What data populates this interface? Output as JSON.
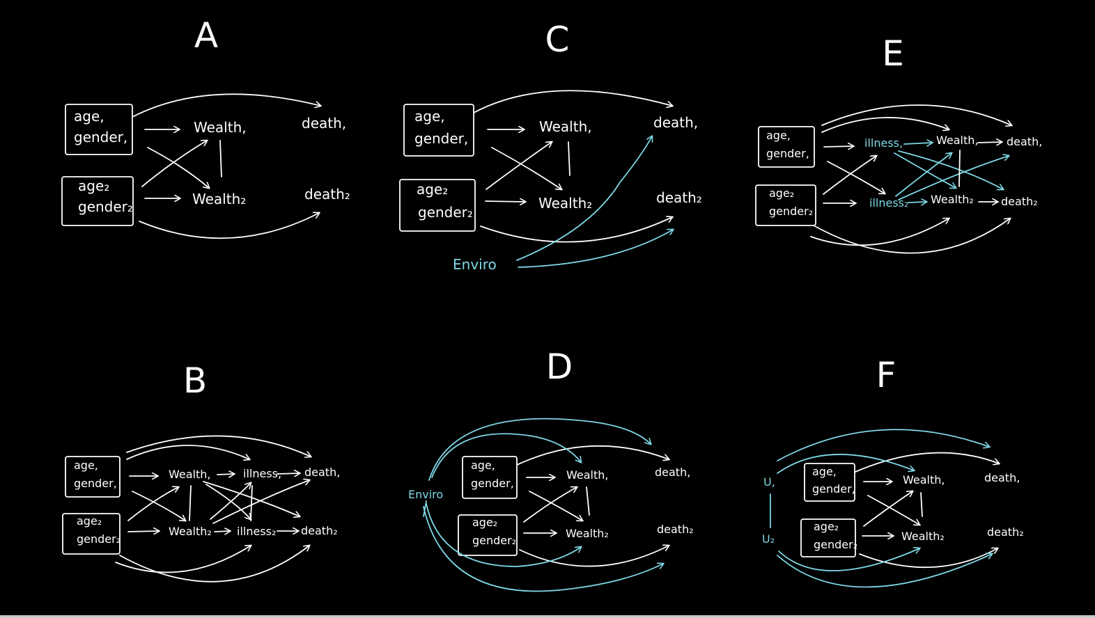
{
  "colors": {
    "background": "#000000",
    "ink": "#ffffff",
    "accent": "#7fd8e6"
  },
  "panels": {
    "A": {
      "letter": "A",
      "nodes": {
        "box1_l1": "age,",
        "box1_l2": "gender,",
        "box2_l1": "age₂",
        "box2_l2": "gender₂",
        "wealth1": "Wealth,",
        "wealth2": "Wealth₂",
        "death1": "death,",
        "death2": "death₂"
      }
    },
    "B": {
      "letter": "B",
      "nodes": {
        "box1_l1": "age,",
        "box1_l2": "gender,",
        "box2_l1": "age₂",
        "box2_l2": "gender₂",
        "wealth1": "Wealth,",
        "wealth2": "Wealth₂",
        "illness1": "illness,",
        "illness2": "illness₂",
        "death1": "death,",
        "death2": "death₂"
      }
    },
    "C": {
      "letter": "C",
      "nodes": {
        "box1_l1": "age,",
        "box1_l2": "gender,",
        "box2_l1": "age₂",
        "box2_l2": "gender₂",
        "wealth1": "Wealth,",
        "wealth2": "Wealth₂",
        "death1": "death,",
        "death2": "death₂",
        "enviro": "Enviro"
      }
    },
    "D": {
      "letter": "D",
      "nodes": {
        "box1_l1": "age,",
        "box1_l2": "gender,",
        "box2_l1": "age₂",
        "box2_l2": "gender₂",
        "wealth1": "Wealth,",
        "wealth2": "Wealth₂",
        "death1": "death,",
        "death2": "death₂",
        "enviro": "Enviro"
      }
    },
    "E": {
      "letter": "E",
      "nodes": {
        "box1_l1": "age,",
        "box1_l2": "gender,",
        "box2_l1": "age₂",
        "box2_l2": "gender₂",
        "illness1": "illness,",
        "illness2": "illness₂",
        "wealth1": "Wealth,",
        "wealth2": "Wealth₂",
        "death1": "death,",
        "death2": "death₂"
      }
    },
    "F": {
      "letter": "F",
      "nodes": {
        "box1_l1": "age,",
        "box1_l2": "gender,",
        "box2_l1": "age₂",
        "box2_l2": "gender₂",
        "wealth1": "Wealth,",
        "wealth2": "Wealth₂",
        "death1": "death,",
        "death2": "death₂",
        "u1": "U,",
        "u2": "U₂"
      }
    }
  }
}
